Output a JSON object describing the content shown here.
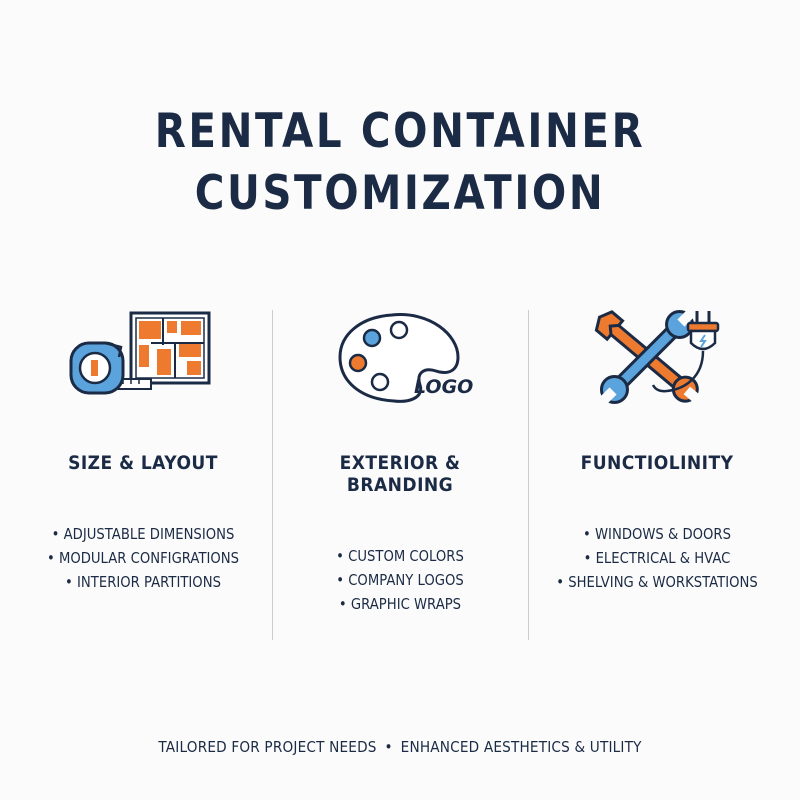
{
  "title": {
    "line1": "RENTAL CONTAINER",
    "line2": "CUSTOMIZATION"
  },
  "colors": {
    "navy": "#1c2b45",
    "orange": "#ee7a2f",
    "blue": "#5aa3dd",
    "divider": "#c9ccd2"
  },
  "columns": [
    {
      "icon": "tape-measure-floorplan-icon",
      "heading": "SIZE & LAYOUT",
      "items": [
        "ADJUSTABLE DIMENSIONS",
        "MODULAR CONFIGRATIONS",
        "INTERIOR PARTITIONS"
      ]
    },
    {
      "icon": "paint-palette-icon",
      "icon_text": "LOGO",
      "heading": "EXTERIOR & BRANDING",
      "items": [
        "CUSTOM COLORS",
        "COMPANY LOGOS",
        "GRAPHIC WRAPS"
      ]
    },
    {
      "icon": "wrenches-plug-icon",
      "heading": "FUNCTIOLINITY",
      "items": [
        "WINDOWS & DOORS",
        "ELECTRICAL & HVAC",
        "SHELVING & WORKSTATIONS"
      ]
    }
  ],
  "footer": {
    "left": "TAILORED FOR PROJECT NEEDS",
    "separator": "•",
    "right": "ENHANCED AESTHETICS & UTILITY"
  }
}
